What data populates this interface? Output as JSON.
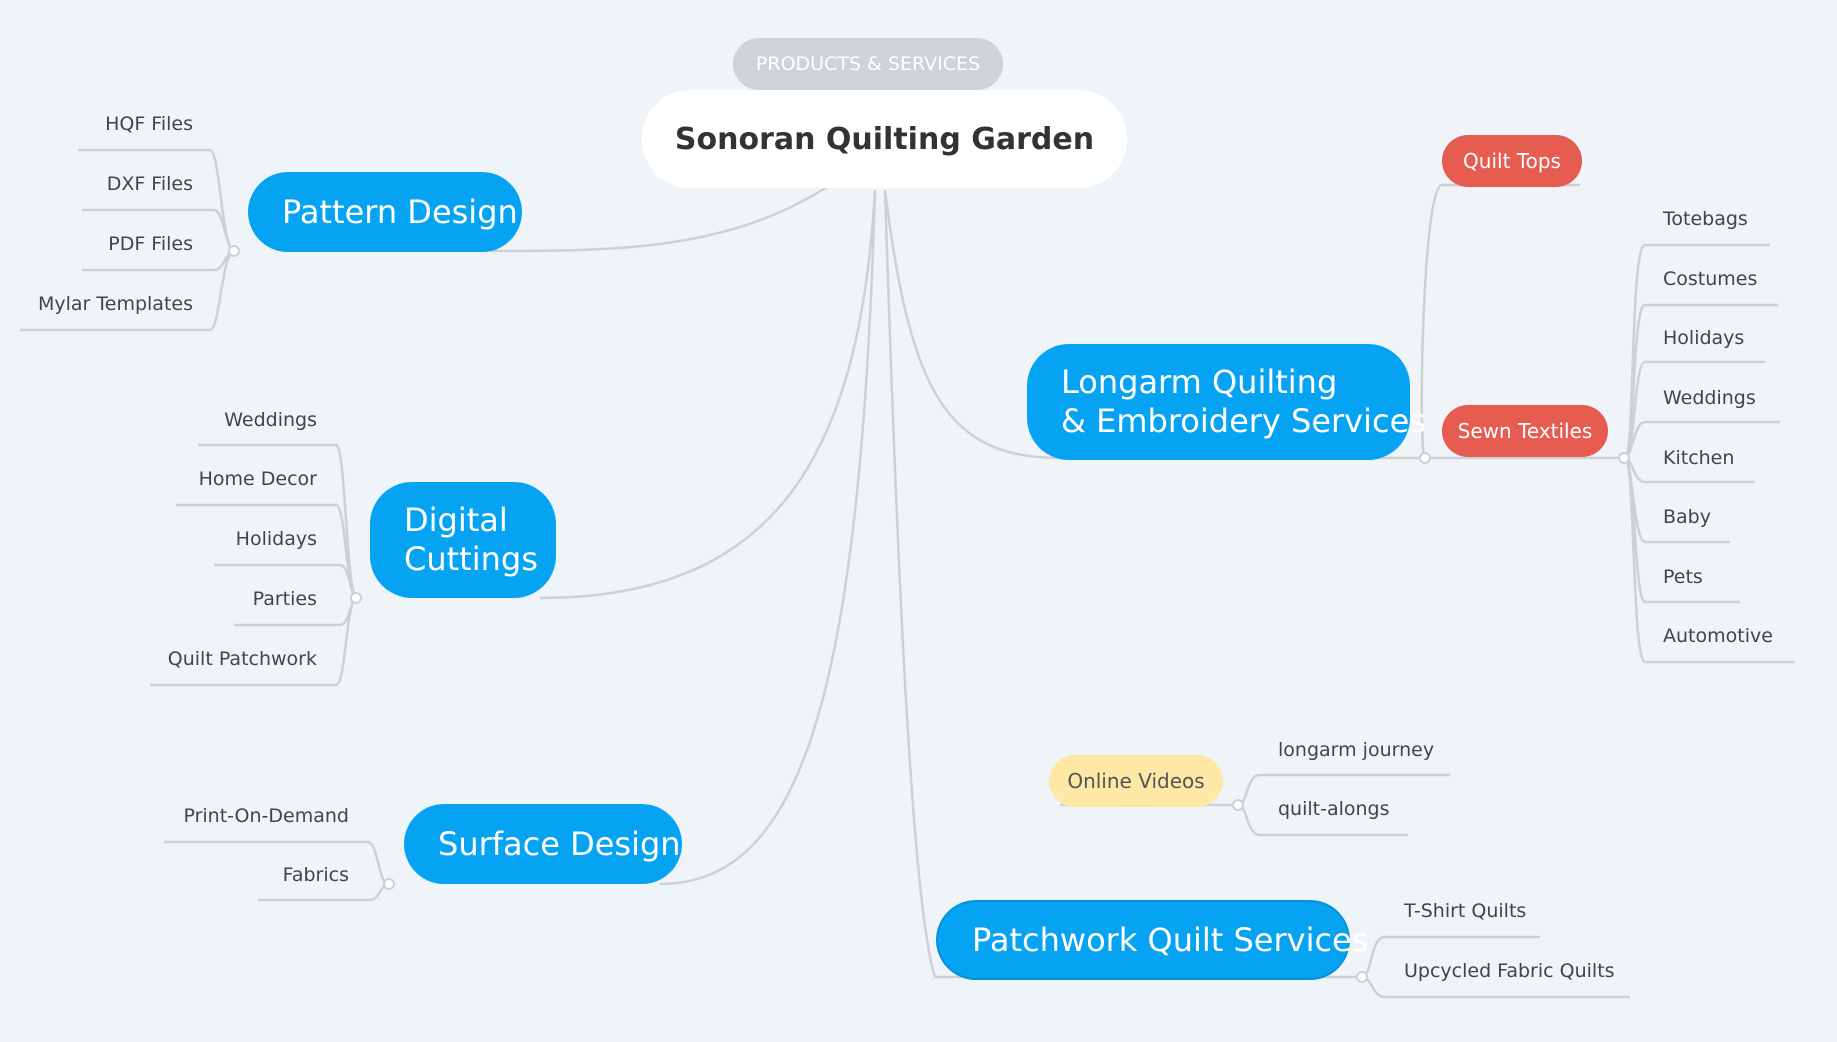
{
  "header": {
    "tag": "PRODUCTS & SERVICES",
    "title": "Sonoran Quilting Garden"
  },
  "branches": {
    "pattern_design": {
      "label": "Pattern Design",
      "items": [
        "HQF Files",
        "DXF Files",
        "PDF Files",
        "Mylar Templates"
      ]
    },
    "digital_cuttings": {
      "line1": "Digital",
      "line2": "Cuttings",
      "items": [
        "Weddings",
        "Home Decor",
        "Holidays",
        "Parties",
        "Quilt Patchwork"
      ]
    },
    "surface_design": {
      "label": "Surface Design",
      "items": [
        "Print-On-Demand",
        "Fabrics"
      ]
    },
    "longarm": {
      "line1": "Longarm Quilting",
      "line2": "& Embroidery Services",
      "quilt_tops": "Quilt Tops",
      "sewn_textiles": "Sewn Textiles",
      "items": [
        "Totebags",
        "Costumes",
        "Holidays",
        "Weddings",
        "Kitchen",
        "Baby",
        "Pets",
        "Automotive"
      ]
    },
    "online_videos": {
      "label": "Online Videos",
      "items": [
        "longarm journey",
        "quilt-alongs"
      ]
    },
    "patchwork": {
      "label": "Patchwork Quilt Services",
      "items": [
        "T-Shirt Quilts",
        "Upcycled Fabric Quilts"
      ]
    }
  },
  "colors": {
    "primary": "#06a3f2",
    "red": "#e65c50",
    "yellow": "#fde8a6",
    "line": "#cdd1d4",
    "background": "#eff4f8"
  }
}
